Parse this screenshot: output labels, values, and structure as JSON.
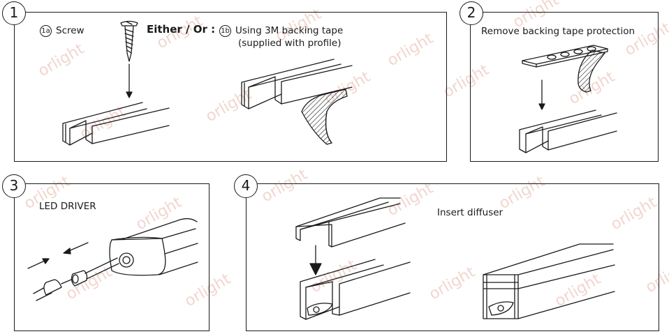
{
  "steps": [
    {
      "number": "1"
    },
    {
      "number": "2"
    },
    {
      "number": "3"
    },
    {
      "number": "4"
    }
  ],
  "step1": {
    "option_a_marker": "1a",
    "option_a_label": "Screw",
    "either_or": "Either / Or :",
    "option_b_marker": "1b",
    "option_b_line1": "Using 3M backing tape",
    "option_b_line2": "(supplied with profile)"
  },
  "step2": {
    "label": "Remove backing tape protection"
  },
  "step3": {
    "label": "LED DRIVER"
  },
  "step4": {
    "label": "Insert diffuser"
  },
  "watermark": "orlight",
  "colors": {
    "line": "#1a1a1a",
    "watermark": "#f1d6cf",
    "background": "#ffffff"
  }
}
